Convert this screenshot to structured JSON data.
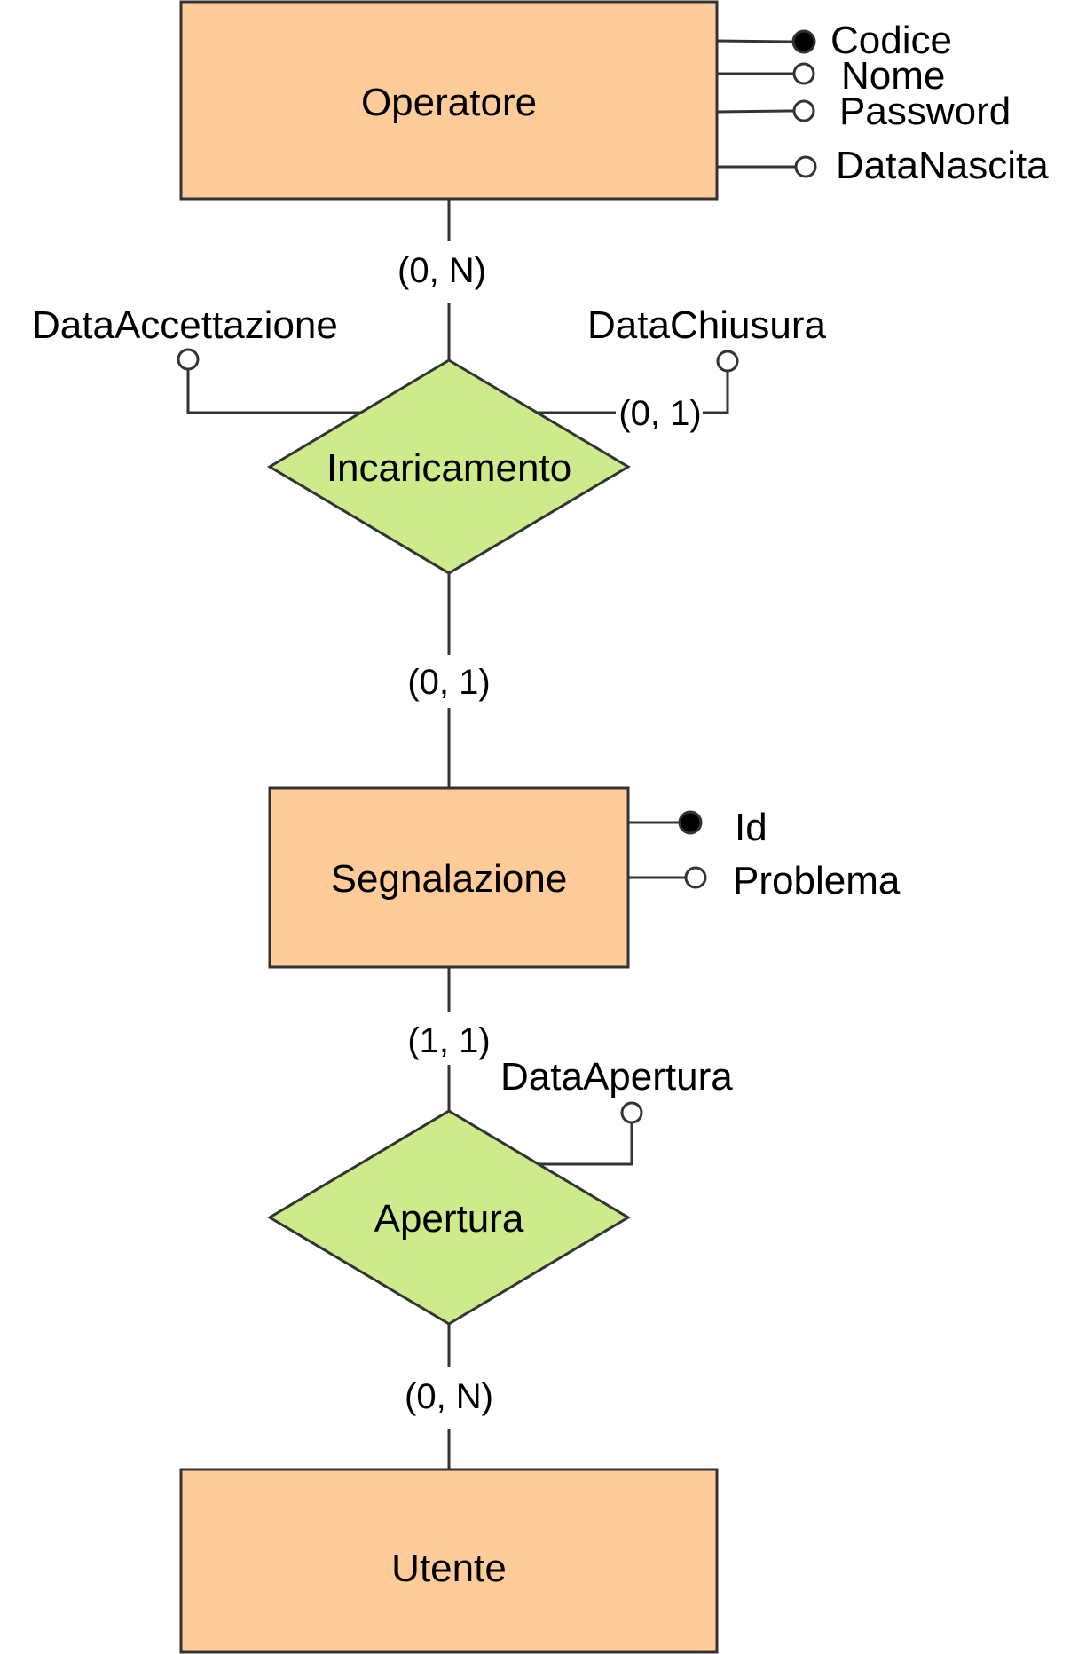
{
  "colors": {
    "entity_fill": "#FFCC99",
    "relationship_fill": "#CDEB8B",
    "stroke": "#333333",
    "key_dot": "#000000"
  },
  "entities": {
    "operatore": {
      "name": "Operatore",
      "attributes": {
        "codice": "Codice",
        "nome": "Nome",
        "password": "Password",
        "data_nascita": "DataNascita"
      }
    },
    "segnalazione": {
      "name": "Segnalazione",
      "attributes": {
        "id": "Id",
        "problema": "Problema"
      }
    },
    "utente": {
      "name": "Utente"
    }
  },
  "relationships": {
    "incaricamento": {
      "name": "Incaricamento",
      "attributes": {
        "data_accettazione": "DataAccettazione",
        "data_chiusura": "DataChiusura"
      },
      "cardinality_operatore": "(0, N)",
      "cardinality_segnalazione": "(0, 1)",
      "cardinality_data_chiusura": "(0, 1)"
    },
    "apertura": {
      "name": "Apertura",
      "attributes": {
        "data_apertura": "DataApertura"
      },
      "cardinality_segnalazione": "(1, 1)",
      "cardinality_utente": "(0, N)"
    }
  }
}
